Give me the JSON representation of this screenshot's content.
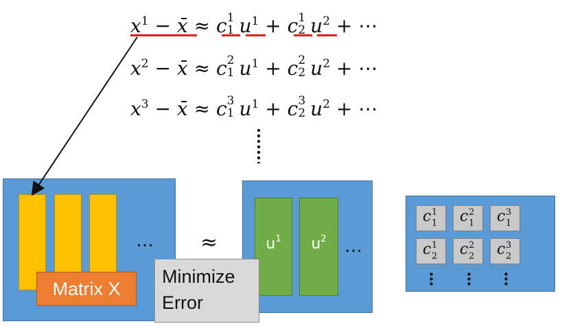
{
  "equations": [
    {
      "lhs_base": "x",
      "lhs_sup": "1",
      "minus": "−",
      "xbar": "x̄",
      "approx": "≈",
      "t1_c": "c",
      "t1_sup": "1",
      "t1_sub": "1",
      "t1_u": "u",
      "t1_usup": "1",
      "plus1": "+",
      "t2_c": "c",
      "t2_sup": "1",
      "t2_sub": "2",
      "t2_u": "u",
      "t2_usup": "2",
      "plus2": "+",
      "tail": "⋯"
    },
    {
      "lhs_base": "x",
      "lhs_sup": "2",
      "minus": "−",
      "xbar": "x̄",
      "approx": "≈",
      "t1_c": "c",
      "t1_sup": "2",
      "t1_sub": "1",
      "t1_u": "u",
      "t1_usup": "1",
      "plus1": "+",
      "t2_c": "c",
      "t2_sup": "2",
      "t2_sub": "2",
      "t2_u": "u",
      "t2_usup": "2",
      "plus2": "+",
      "tail": "⋯"
    },
    {
      "lhs_base": "x",
      "lhs_sup": "3",
      "minus": "−",
      "xbar": "x̄",
      "approx": "≈",
      "t1_c": "c",
      "t1_sup": "3",
      "t1_sub": "1",
      "t1_u": "u",
      "t1_usup": "1",
      "plus1": "+",
      "t2_c": "c",
      "t2_sup": "3",
      "t2_sub": "2",
      "t2_u": "u",
      "t2_usup": "2",
      "plus2": "+",
      "tail": "⋯"
    }
  ],
  "matrix_x": {
    "label": "Matrix X",
    "ellipsis": "…"
  },
  "approx_symbol": "≈",
  "components": {
    "u1_base": "u",
    "u1_sup": "1",
    "u2_base": "u",
    "u2_sup": "2",
    "ellipsis": "…"
  },
  "minimize": {
    "line1": "Minimize",
    "line2": "Error"
  },
  "coefficients": [
    {
      "sup": "1",
      "sub": "1"
    },
    {
      "sup": "2",
      "sub": "1"
    },
    {
      "sup": "3",
      "sub": "1"
    },
    {
      "sup": "1",
      "sub": "2"
    },
    {
      "sup": "2",
      "sub": "2"
    },
    {
      "sup": "3",
      "sub": "2"
    }
  ],
  "coef_base": "c",
  "colors": {
    "panel": "#5b9bd5",
    "bar_yellow": "#ffc000",
    "bar_green": "#70ad47",
    "label_orange": "#ed7d31",
    "underline_red": "#e0201b"
  }
}
